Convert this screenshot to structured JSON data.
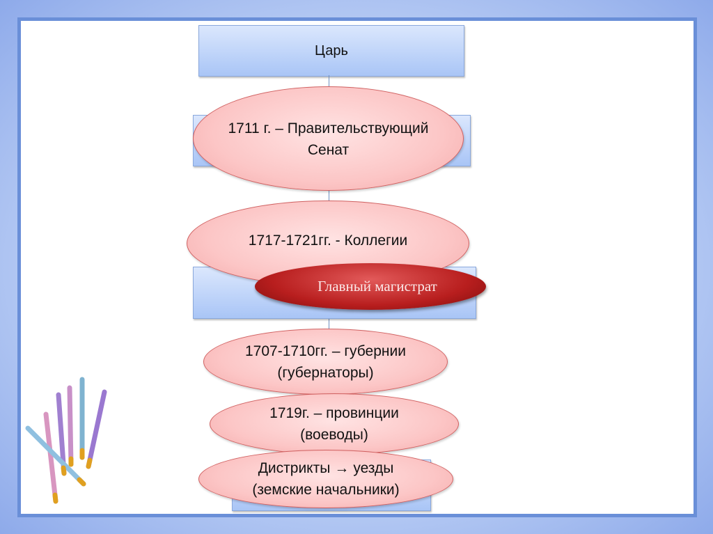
{
  "boxes": {
    "tsar": "Царь"
  },
  "ellipses": {
    "senate": [
      "1711 г. – Правительствующий",
      "Сенат"
    ],
    "collegia": "1717-1721гг. - Коллегии",
    "magistrate": "Главный магистрат",
    "gubernii": [
      "1707-1710гг. – губернии",
      "(губернаторы)"
    ],
    "provinces": [
      "1719г. – провинции",
      "(воеводы)"
    ],
    "districts": {
      "from": "Дистрикты",
      "arrow": "→",
      "to": "уезды",
      "note": "(земские начальники)"
    }
  },
  "colors": {
    "border": "#6a8fd8",
    "box": "#a9c5f6",
    "ellipse": "#fcc6c6",
    "magistrate": "#b81e1e"
  }
}
